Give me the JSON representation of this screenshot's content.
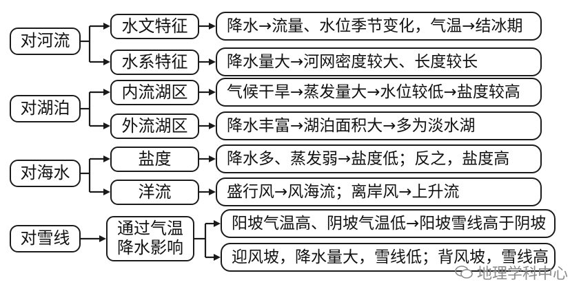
{
  "groups": [
    {
      "category": "对河流",
      "branches": [
        {
          "label": "水文特征",
          "result": "降水→流量、水位季节变化，气温→结冰期"
        },
        {
          "label": "水系特征",
          "result": "降水量大→河网密度较大、长度较长"
        }
      ]
    },
    {
      "category": "对湖泊",
      "branches": [
        {
          "label": "内流湖区",
          "result": "气候干旱→蒸发量大→水位较低→盐度较高"
        },
        {
          "label": "外流湖区",
          "result": "降水丰富→湖泊面积大→多为淡水湖"
        }
      ]
    },
    {
      "category": "对海水",
      "branches": [
        {
          "label": "盐度",
          "result": "降水多、蒸发弱→盐度低；反之，盐度高"
        },
        {
          "label": "洋流",
          "result": "盛行风→风海流；离岸风→上升流"
        }
      ]
    },
    {
      "category": "对雪线",
      "factor_lines": [
        "通过气温",
        "降水影响"
      ],
      "results": [
        "阳坡气温高、阴坡气温低→阳坡雪线高于阴坡",
        "迎风坡，降水量大，雪线低；背风坡，雪线高"
      ]
    }
  ],
  "watermark": "地理学科中心",
  "colors": {
    "line": "#1a1a1a",
    "watermark": "#8a8a8a"
  }
}
